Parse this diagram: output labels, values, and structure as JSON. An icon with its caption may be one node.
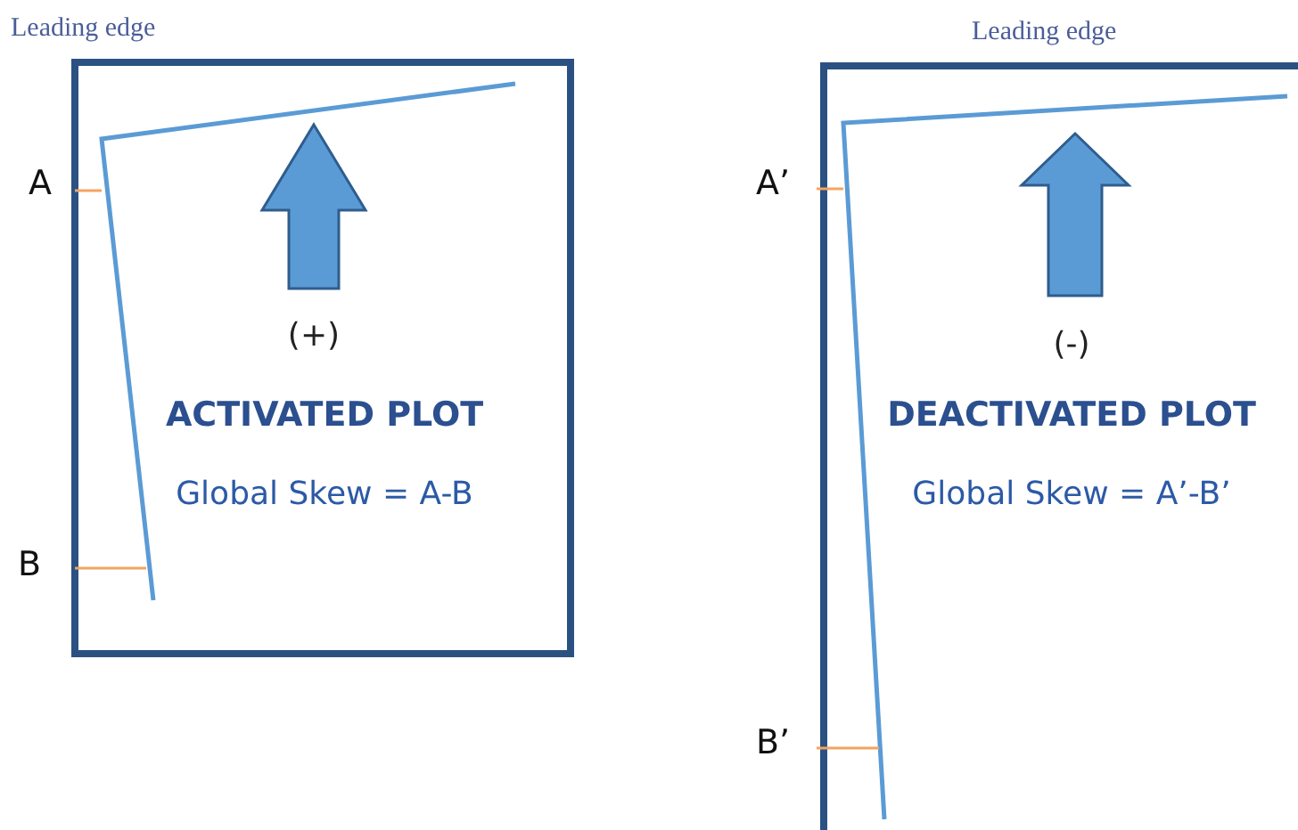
{
  "diagram": {
    "nodes": [
      {
        "text": [
          "(+)",
          "ACTIVATED PLOT",
          "Global Skew = A-B"
        ],
        "beside": [
          "Leading edge"
        ]
      },
      {
        "text": [
          "(-)",
          "DEACTIVATED PLOT",
          "Global Skew = A’-B’"
        ],
        "beside": [
          "Leading edge"
        ]
      }
    ],
    "edges": [],
    "labels": [
      "A",
      "B",
      "A’",
      "B’"
    ]
  }
}
